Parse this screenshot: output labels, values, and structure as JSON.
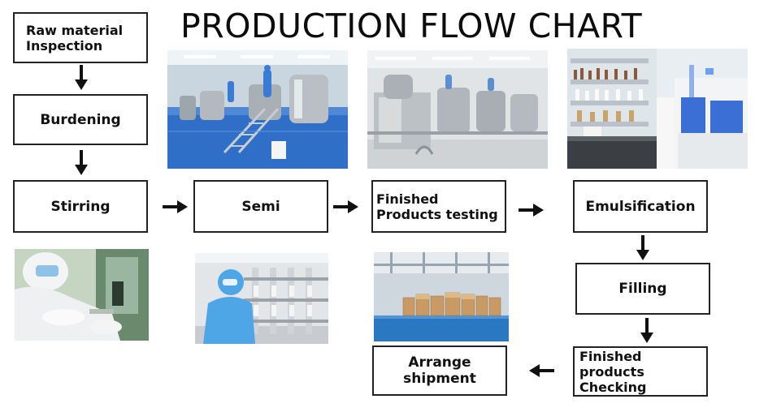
{
  "title": "PRODUCTION FLOW CHART",
  "steps": {
    "raw_material": [
      "Raw material",
      "Inspection"
    ],
    "burdening": "Burdening",
    "stirring": "Stirring",
    "semi": "Semi",
    "finished_testing": [
      "Finished",
      "Products testing"
    ],
    "emulsification": "Emulsification",
    "filling": "Filling",
    "finished_checking": [
      "Finished",
      "products Checking"
    ],
    "arrange_shipment": [
      "Arrange",
      "shipment"
    ]
  },
  "colors": {
    "box_border": "#222222",
    "arrow": "#111111",
    "floor_blue": "#2f6fc7",
    "lab_blue": "#3b6fd6"
  }
}
